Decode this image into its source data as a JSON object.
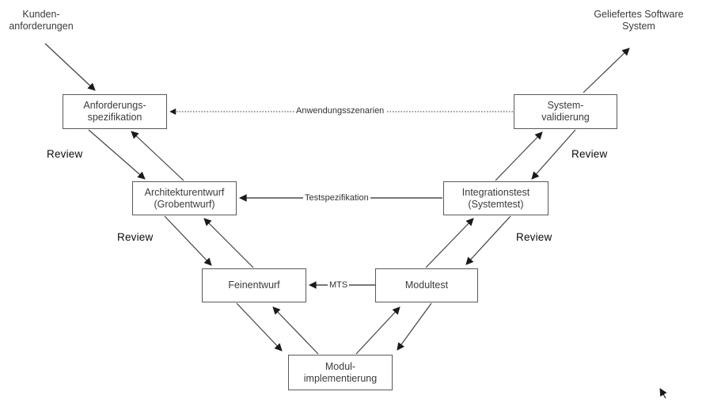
{
  "colors": {
    "background": "#ffffff",
    "line": "#404040",
    "box_border": "#595959",
    "box_text": "#3b3b3b",
    "review_text": "#0a0a0a"
  },
  "external_labels": {
    "input": {
      "line1": "Kunden-",
      "line2": "anforderungen"
    },
    "output": {
      "line1": "Geliefertes Software",
      "line2": "System"
    }
  },
  "boxes": [
    {
      "id": "anforderungsspezifikation",
      "line1": "Anforderungs-",
      "line2": "spezifikation"
    },
    {
      "id": "systemvalidierung",
      "line1": "System-",
      "line2": "validierung"
    },
    {
      "id": "architekturentwurf",
      "line1": "Architekturentwurf",
      "line2": "(Grobentwurf)"
    },
    {
      "id": "integrationstest",
      "line1": "Integrationstest",
      "line2": "(Systemtest)"
    },
    {
      "id": "feinentwurf",
      "line1": "Feinentwurf",
      "line2": ""
    },
    {
      "id": "modultest",
      "line1": "Modultest",
      "line2": ""
    },
    {
      "id": "modulimplementierung",
      "line1": "Modul-",
      "line2": "implementierung"
    }
  ],
  "connector_labels": {
    "anwendungsszenarien": "Anwendungsszenarien",
    "testspezifikation": "Testspezifikation",
    "mts": "MTS"
  },
  "review_labels": [
    "Review",
    "Review",
    "Review",
    "Review"
  ]
}
